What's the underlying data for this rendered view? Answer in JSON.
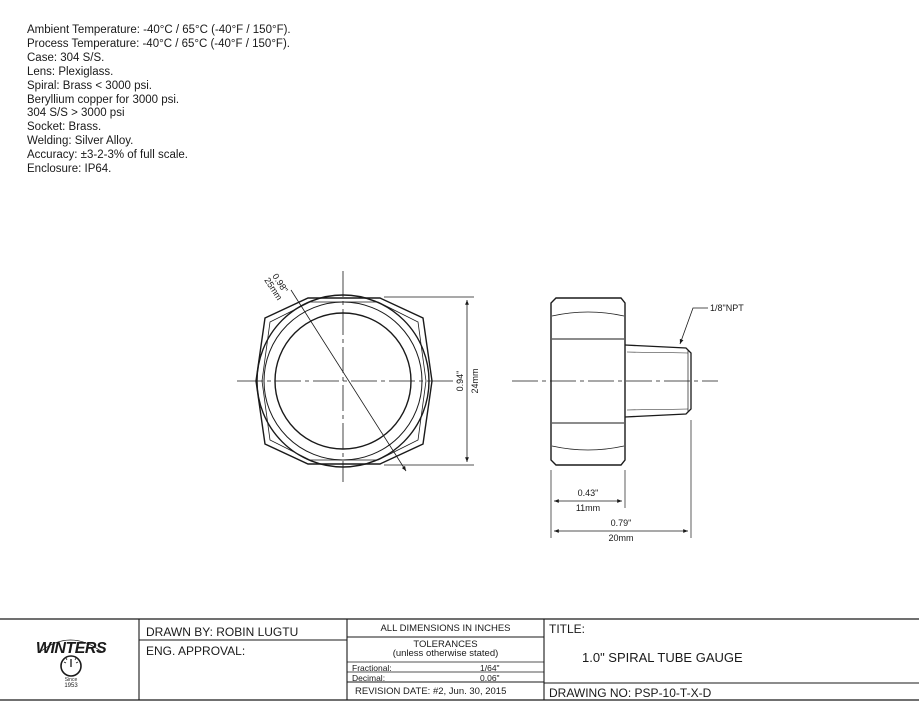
{
  "specs": [
    "Ambient Temperature: -40°C / 65°C (-40°F / 150°F).",
    "Process Temperature: -40°C / 65°C  (-40°F / 150°F).",
    "Case: 304 S/S.",
    "Lens: Plexiglass.",
    "Spiral: Brass < 3000 psi.",
    "Beryllium copper for 3000 psi.",
    "304 S/S > 3000 psi",
    "Socket: Brass.",
    "Welding: Silver Alloy.",
    "Accuracy: ±3-2-3% of full scale.",
    "Enclosure: IP64."
  ],
  "front_view": {
    "diameter_in": "0.98\"",
    "diameter_mm": "25mm",
    "height_in": "0.94\"",
    "height_mm": "24mm"
  },
  "side_view": {
    "thread_label": "1/8\"NPT",
    "body_length_in": "0.43\"",
    "body_length_mm": "11mm",
    "total_length_in": "0.79\"",
    "total_length_mm": "20mm"
  },
  "title_block": {
    "logo_text": "WINTERS",
    "logo_since": "Since",
    "logo_year": "1953",
    "drawn_by": "DRAWN BY: ROBIN LUGTU",
    "eng_approval": "ENG. APPROVAL:",
    "all_dimensions": "ALL DIMENSIONS IN INCHES",
    "tolerances": "TOLERANCES",
    "tolerances_note": "(unless otherwise stated)",
    "fractional_label": "Fractional:",
    "fractional_value": "1/64\"",
    "decimal_label": "Decimal:",
    "decimal_value": "0.06\"",
    "revision_date": "REVISION DATE: #2, Jun. 30, 2015",
    "title_label": "TITLE:",
    "title": "1.0\" SPIRAL TUBE GAUGE",
    "drawing_no": "DRAWING NO: PSP-10-T-X-D"
  },
  "colors": {
    "line": "#1a1a1a",
    "background": "#ffffff"
  }
}
